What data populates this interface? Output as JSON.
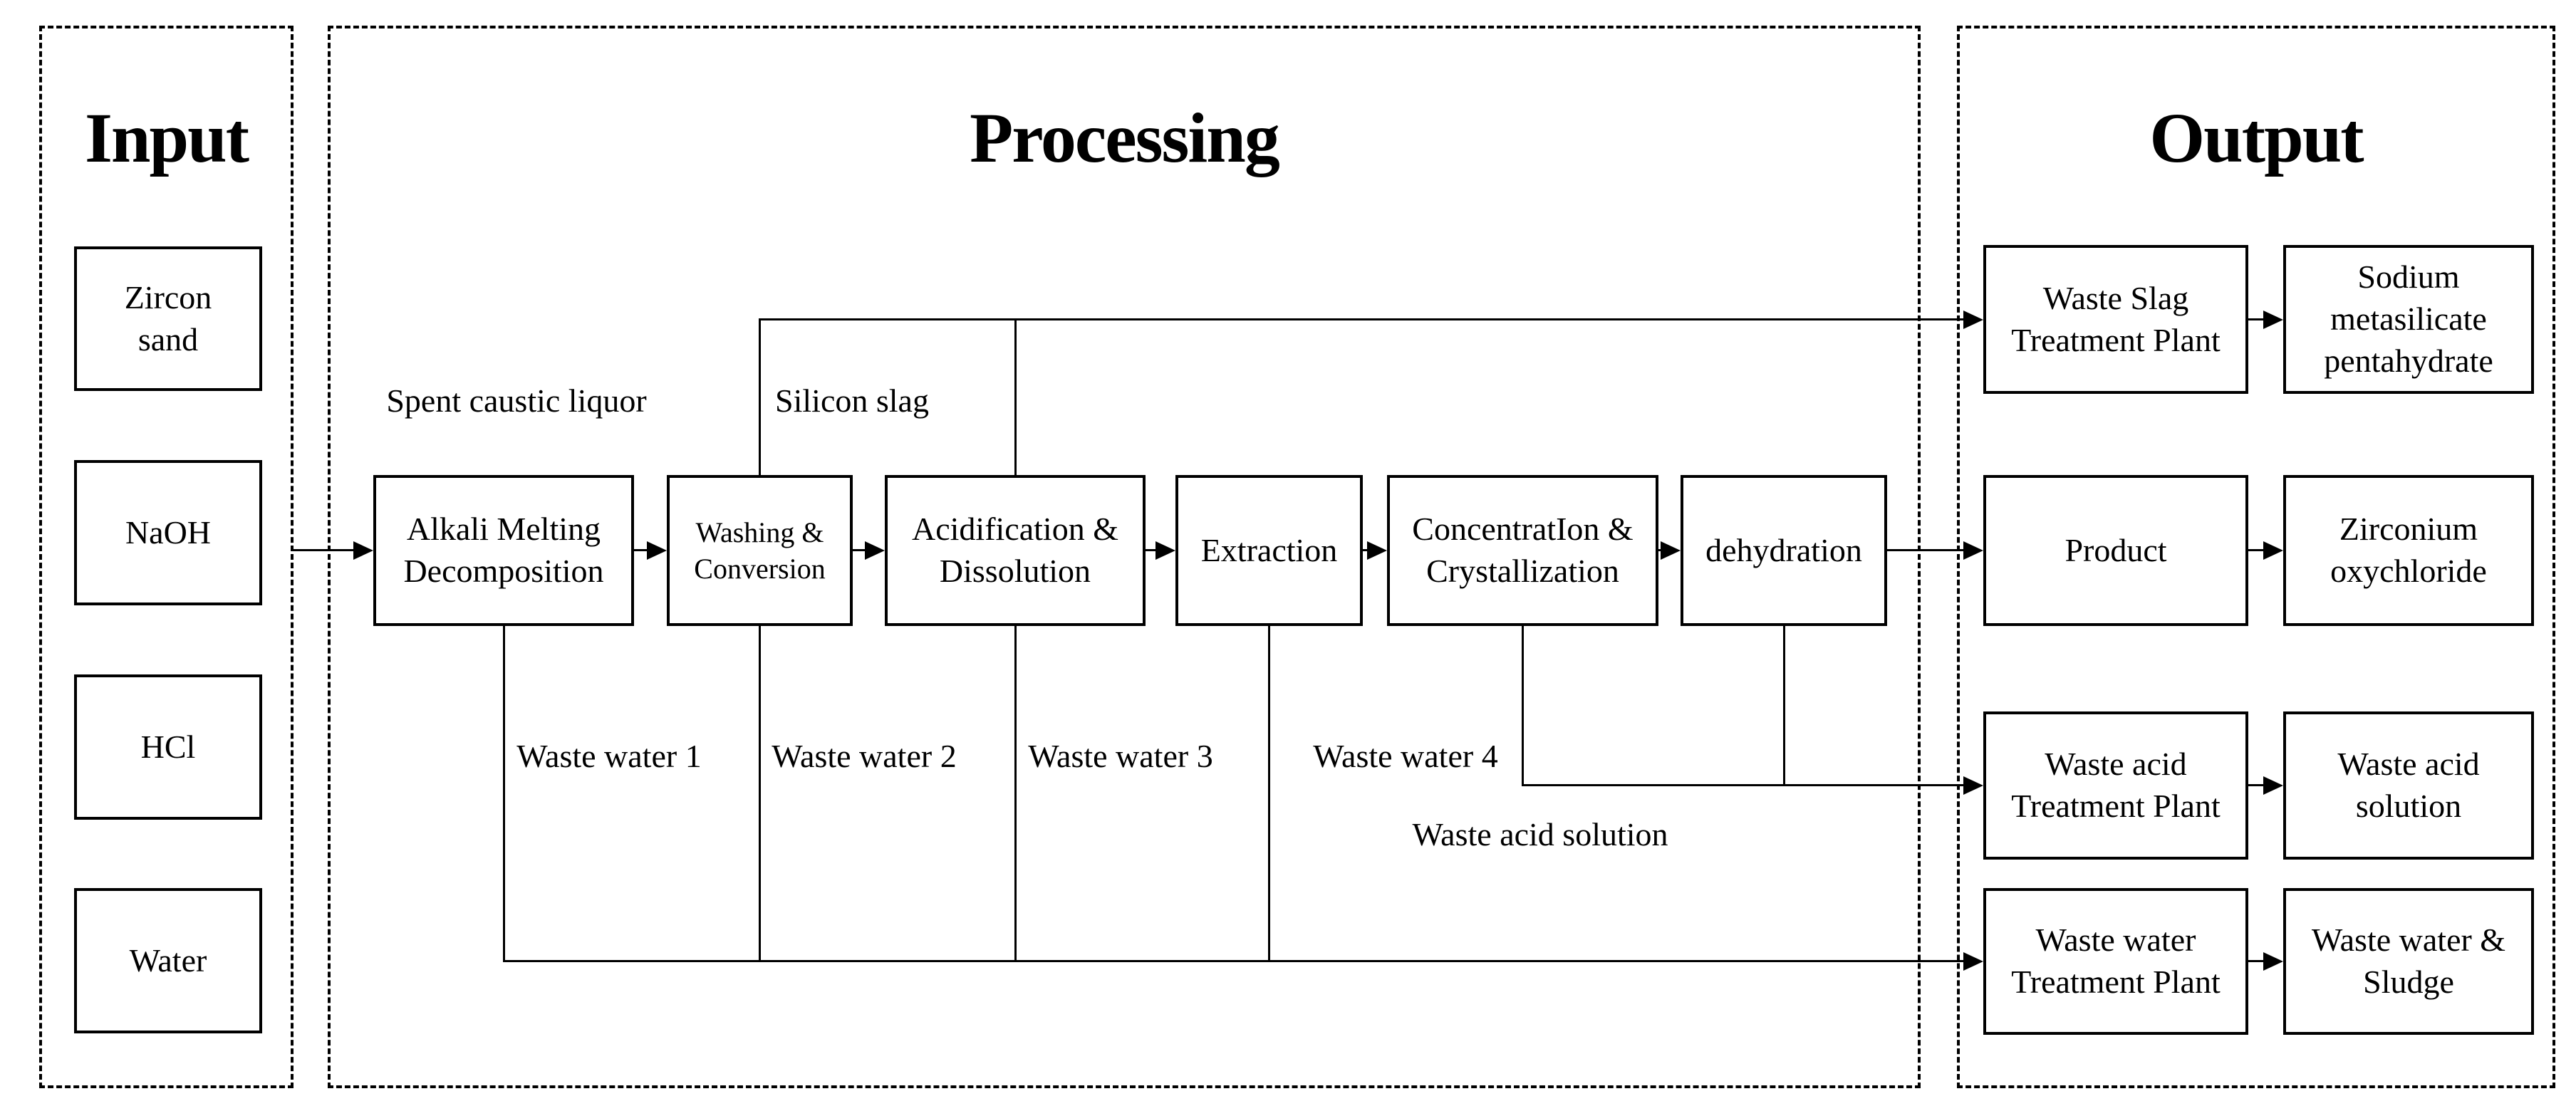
{
  "colors": {
    "ink": "#000000",
    "background": "#ffffff"
  },
  "input": {
    "title": "Input",
    "items": [
      {
        "label": "Zircon\nsand"
      },
      {
        "label": "NaOH"
      },
      {
        "label": "HCl"
      },
      {
        "label": "Water"
      }
    ]
  },
  "processing": {
    "title": "Processing",
    "steps": [
      {
        "label": "Alkali Melting\nDecomposition"
      },
      {
        "label": "Washing &\nConversion"
      },
      {
        "label": "Acidification &\nDissolution"
      },
      {
        "label": "Extraction"
      },
      {
        "label": "ConcentratIon &\nCrystallization"
      },
      {
        "label": "dehydration"
      }
    ],
    "stream_labels": {
      "spent_caustic": "Spent caustic liquor",
      "silicon_slag": "Silicon slag",
      "waste_water_1": "Waste water 1",
      "waste_water_2": "Waste water 2",
      "waste_water_3": "Waste water 3",
      "waste_water_4": "Waste water 4",
      "waste_acid": "Waste acid solution"
    }
  },
  "output": {
    "title": "Output",
    "rows": [
      {
        "plant": "Waste Slag\nTreatment Plant",
        "result": "Sodium\nmetasilicate\npentahydrate"
      },
      {
        "plant": "Product",
        "result": "Zirconium\noxychloride"
      },
      {
        "plant": "Waste acid\nTreatment Plant",
        "result": "Waste acid\nsolution"
      },
      {
        "plant": "Waste water\nTreatment Plant",
        "result": "Waste water &\nSludge"
      }
    ]
  }
}
